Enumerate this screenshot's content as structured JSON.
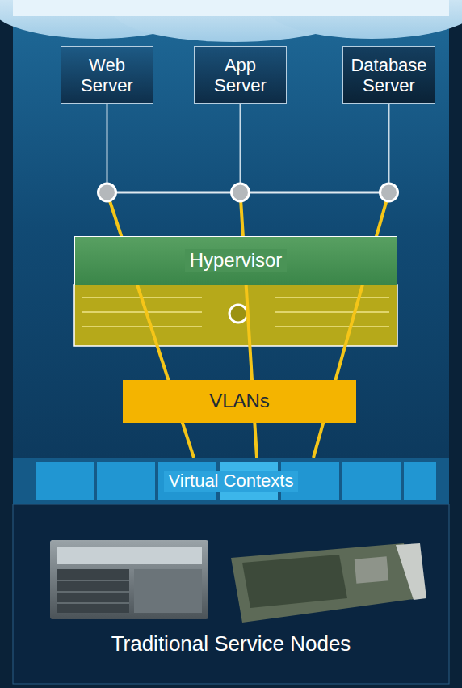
{
  "diagram": {
    "nodes": [
      {
        "text": [
          "Web Server"
        ]
      },
      {
        "text": [
          "App Server"
        ]
      },
      {
        "text": [
          "Database Server"
        ]
      },
      {
        "text": [
          "Hypervisor"
        ]
      },
      {
        "text": [
          "VLANs"
        ]
      },
      {
        "text": [
          "Virtual Contexts"
        ]
      },
      {
        "text": [
          "Traditional Service Nodes"
        ]
      }
    ],
    "edges": [
      {
        "from": 0,
        "to": 5,
        "arrow": "none"
      },
      {
        "from": 1,
        "to": 5,
        "arrow": "none"
      },
      {
        "from": 2,
        "to": 5,
        "arrow": "none"
      }
    ]
  }
}
